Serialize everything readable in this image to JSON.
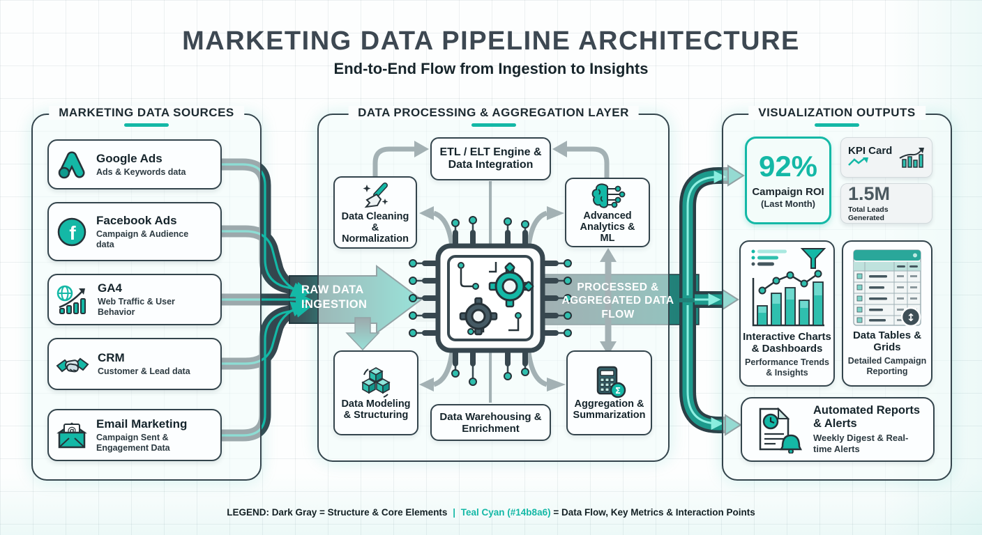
{
  "page": {
    "title": "MARKETING DATA PIPELINE ARCHITECTURE",
    "subtitle": "End-to-End Flow from Ingestion to Insights"
  },
  "colors": {
    "dark_gray": "#3d4852",
    "teal_cyan": "#14b8a6",
    "panel_bg": "#f0fbf9",
    "card_bg": "#fcfeff"
  },
  "icons": {
    "google-ads-icon": "teal angled-A with dot",
    "facebook-icon": "teal circle with white f",
    "ga4-analytics-icon": "globe + rising bars + trend arrow",
    "handshake-icon": "handshake with teal sleeves",
    "email-icon": "open envelope with @ letter",
    "broom-icon": "teal broom with sparkles",
    "brain-circuit-icon": "teal half-brain with circuit nodes",
    "cubes-icon": "three stacked iso cubes with cycle arrows",
    "calculator-sigma-icon": "calculator with teal sigma badge",
    "cpu-chip-icon": "chip with teal and gray gears",
    "kpi-trend-icon": "teal zigzag arrow",
    "bar-growth-icon": "bars with rising arrow",
    "dashboard-chart-icon": "bars + line chart + funnel + bullet list",
    "data-table-icon": "grid table with teal header and cursor badge",
    "report-bell-icon": "document with clock and teal bell"
  },
  "sources": {
    "header": "MARKETING DATA SOURCES",
    "items": [
      {
        "title": "Google Ads",
        "subtitle": "Ads & Keywords data"
      },
      {
        "title": "Facebook Ads",
        "subtitle": "Campaign & Audience data"
      },
      {
        "title": "GA4",
        "subtitle": "Web Traffic & User Behavior"
      },
      {
        "title": "CRM",
        "subtitle": "Customer & Lead data"
      },
      {
        "title": "Email Marketing",
        "subtitle": "Campaign Sent & Engagement Data"
      }
    ]
  },
  "processing": {
    "header": "DATA PROCESSING & AGGREGATION LAYER",
    "etl": "ETL / ELT Engine & Data Integration",
    "cleaning": "Data Cleaning & Normalization",
    "analytics": "Advanced Analytics & ML",
    "modeling": "Data Modeling & Structuring",
    "warehousing": "Data Warehousing & Enrichment",
    "aggregation": "Aggregation & Summarization"
  },
  "flows": {
    "ingestion": "RAW DATA INGESTION",
    "processed": "PROCESSED & AGGREGATED DATA FLOW"
  },
  "outputs": {
    "header": "VISUALIZATION OUTPUTS",
    "roi": {
      "value": "92%",
      "label": "Campaign ROI",
      "sublabel": "(Last Month)"
    },
    "kpi_card": {
      "label": "KPI Card"
    },
    "leads": {
      "value": "1.5M",
      "label": "Total Leads Generated"
    },
    "charts": {
      "title": "Interactive Charts & Dashboards",
      "subtitle": "Performance Trends & Insights"
    },
    "tables": {
      "title": "Data Tables & Grids",
      "subtitle": "Detailed Campaign Reporting"
    },
    "reports": {
      "title": "Automated Reports & Alerts",
      "subtitle": "Weekly Digest & Real-time Alerts"
    }
  },
  "legend": {
    "label": "LEGEND:",
    "dark": "Dark Gray = Structure & Core Elements",
    "sep": "|",
    "teal": "Teal Cyan (#14b8a6)",
    "rest": "= Data Flow, Key Metrics & Interaction Points"
  }
}
